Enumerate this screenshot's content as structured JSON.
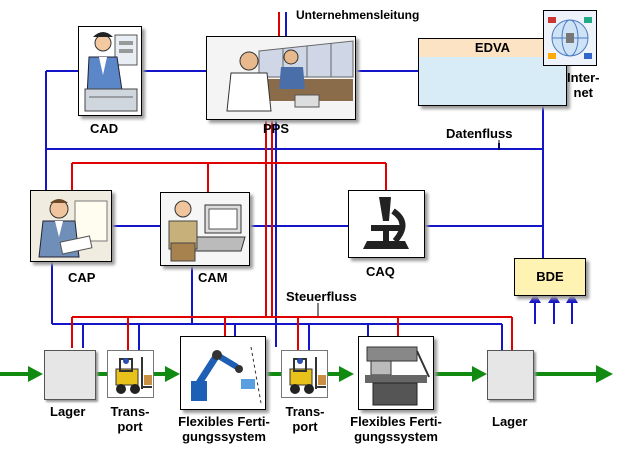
{
  "nodes": {
    "unternehmensleitung": "Unternehmensleitung",
    "cad": "CAD",
    "pps": "PPS",
    "edva": "EDVA",
    "internet": "Inter-\nnet",
    "datenfluss": "Datenfluss",
    "cap": "CAP",
    "cam": "CAM",
    "caq": "CAQ",
    "bde": "BDE",
    "steuerfluss": "Steuerfluss",
    "lager_left": "Lager",
    "transport1": "Trans-\nport",
    "fertigung1": "Flexibles Ferti-\ngungssystem",
    "transport2": "Trans-\nport",
    "fertigung2": "Flexibles Ferti-\ngungssystem",
    "lager_right": "Lager"
  },
  "colors": {
    "datenfluss": "#1414c8",
    "steuerfluss": "#e00000",
    "materialfluss": "#118a11"
  },
  "icons": {
    "cad": "designer-clipart-icon",
    "pps": "control-room-clipart-icon",
    "internet": "network-globe-icon",
    "cap": "planner-clipart-icon",
    "cam": "computer-clipart-icon",
    "caq": "microscope-icon",
    "transport": "forklift-icon",
    "fertigung1": "robot-arm-icon",
    "fertigung2": "band-saw-machine-icon"
  }
}
